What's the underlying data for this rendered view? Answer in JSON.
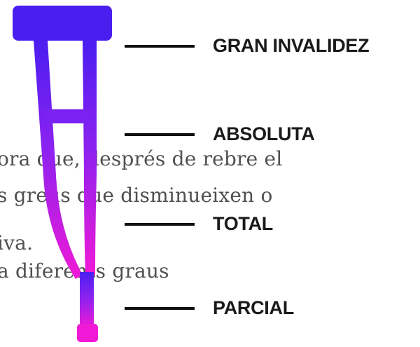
{
  "background_text": {
    "lines": [
      "ora que, després de rebre el",
      "s greus que disminueixen o",
      "iva.",
      "a diferents graus"
    ]
  },
  "crutch": {
    "gradient_top": "#4b1ef0",
    "gradient_mid": "#8b22f0",
    "gradient_bottom": "#f01ad6"
  },
  "levels": [
    {
      "label": "GRAN INVALIDEZ"
    },
    {
      "label": "ABSOLUTA"
    },
    {
      "label": "TOTAL"
    },
    {
      "label": "PARCIAL"
    }
  ]
}
